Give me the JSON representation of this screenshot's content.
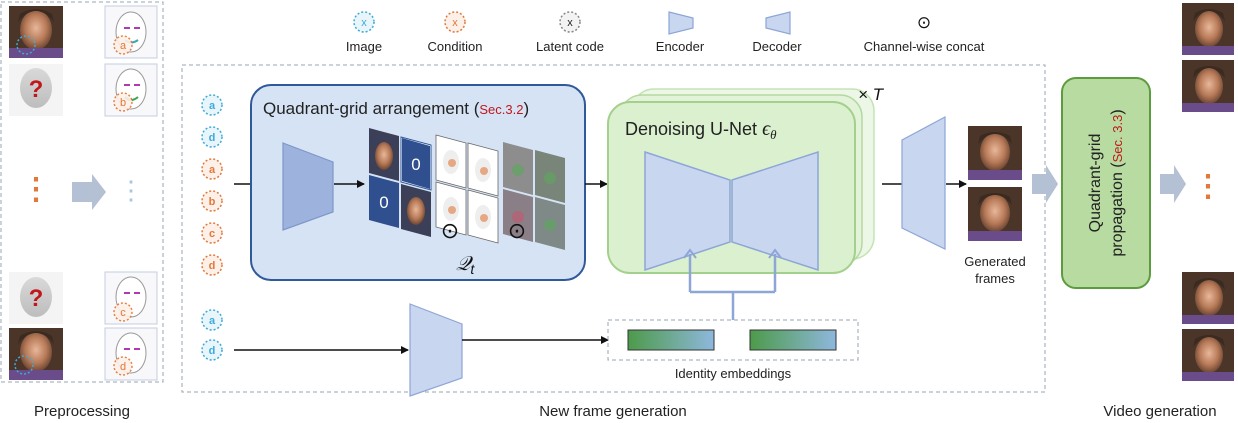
{
  "legend": {
    "image_letter": "x",
    "image_label": "Image",
    "condition_letter": "x",
    "condition_label": "Condition",
    "latent_letter": "x",
    "latent_label": "Latent code",
    "encoder_label": "Encoder",
    "decoder_label": "Decoder",
    "concat_symbol": "⊙",
    "concat_label": "Channel-wise concat"
  },
  "preprocessing": {
    "caption": "Preprocessing",
    "unknown_mark": "?",
    "dots": "⋮",
    "cond_letter_a": "a",
    "cond_letter_b": "b",
    "cond_letter_c": "c",
    "cond_letter_d": "d",
    "colors": {
      "image": "#3fa9d9",
      "condition": "#e0793a",
      "unknown": "#c0171c"
    }
  },
  "new_frame": {
    "caption": "New frame generation",
    "inputs_top": [
      "a",
      "d",
      "a",
      "b",
      "c",
      "d"
    ],
    "inputs_bottom": [
      "a",
      "d"
    ],
    "quadrant_title": "Quadrant-grid arrangement (",
    "quadrant_ref": "Sec.3.2",
    "quadrant_close": ")",
    "zero": "0",
    "concat_symbol": "⊙",
    "q_symbol": "𝒬",
    "q_subscript": "t",
    "unet_title": "Denoising U-Net ",
    "unet_symbol": "ϵ",
    "unet_subscript": "θ",
    "times_T": "× T",
    "generated_label_1": "Generated",
    "generated_label_2": "frames",
    "identity_label": "Identity embeddings"
  },
  "video": {
    "caption": "Video generation",
    "propagation_line1": "Quadrant-grid",
    "propagation_line2": "propagation (",
    "propagation_ref": "Sec. 3.3",
    "propagation_close": ")",
    "dots": "⋮"
  },
  "colors": {
    "encoder_fill": "#c9d6f0",
    "encoder_stroke": "#8da6d6",
    "quadrant_box": "#d6e3f5",
    "quadrant_border": "#2f5a9a",
    "unet_fill": "#daf0cf",
    "unet_border": "#a3d08c",
    "propagation_fill": "#b7dba1",
    "propagation_border": "#5c9c3f",
    "arrow_gray": "#b4c0d4",
    "ref_red": "#c0171c"
  }
}
